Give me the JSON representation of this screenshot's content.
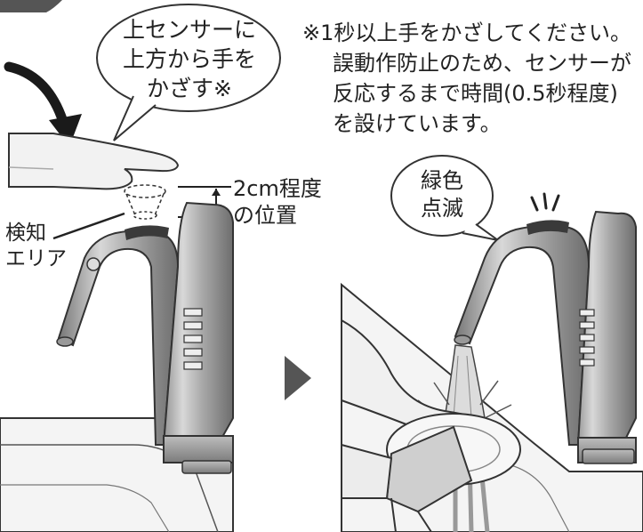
{
  "speech_bubble_left": {
    "lines": [
      "上センサーに",
      "上方から手を",
      "かざす※"
    ]
  },
  "note": {
    "lines": [
      "※1秒以上手をかざしてください。",
      "誤動作防止のため、センサーが",
      "反応するまで時間(0.5秒程度)",
      "を設けています。"
    ]
  },
  "distance_label": {
    "lines": [
      "2cm程度",
      "の位置"
    ]
  },
  "detection_label": {
    "lines": [
      "検知",
      "エリア"
    ]
  },
  "speech_bubble_right": {
    "lines": [
      "緑色",
      "点滅"
    ]
  },
  "colors": {
    "faucet_light": "#cfcfcf",
    "faucet_dark": "#8a8a8a",
    "sensor": "#3a3a3a",
    "outline": "#333333",
    "background": "#ffffff"
  },
  "icons": [
    "curved-arrow-icon",
    "play-arrow-icon",
    "sparkle-icon"
  ]
}
